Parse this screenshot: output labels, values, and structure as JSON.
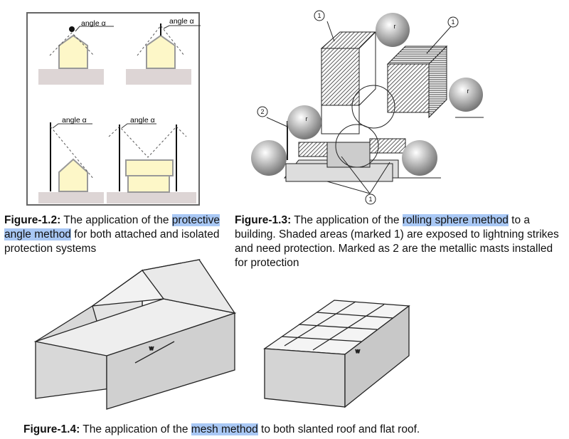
{
  "fig12": {
    "angle_label": "angle α",
    "caption": {
      "label": "Figure-1.2:",
      "pre": " The application of the ",
      "highlight": "protective angle method",
      "post": " for both attached and isolated protection systems"
    }
  },
  "fig13": {
    "mark1": "1",
    "mark2": "2",
    "radius": "r",
    "caption": {
      "label": "Figure-1.3:",
      "pre": " The application of the ",
      "highlight": "rolling sphere method",
      "post": " to a building. Shaded areas (marked 1) are exposed to lightning strikes and need protection. Marked as 2 are the metallic masts installed for protection"
    }
  },
  "fig14": {
    "width_label": "w",
    "caption": {
      "label": "Figure-1.4:",
      "pre": " The application of the ",
      "highlight": "mesh method",
      "post": " to both slanted roof and flat roof."
    }
  },
  "colors": {
    "highlight": "#a9c8f5",
    "house": "#fdf7c8",
    "ground": "#ddd5d5"
  }
}
